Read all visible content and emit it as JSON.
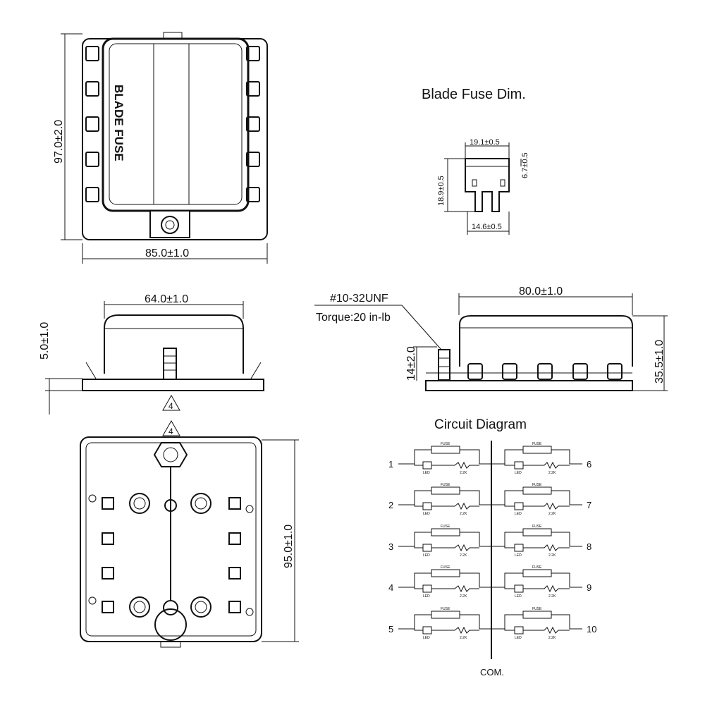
{
  "top_view": {
    "label": "BLADE FUSE",
    "height_dim": "97.0±2.0",
    "width_dim": "85.0±1.0"
  },
  "blade_fuse": {
    "title": "Blade Fuse Dim.",
    "width_dim": "19.1±0.5",
    "head_dim": "6.7±0.5",
    "height_dim": "18.9±0.5",
    "leg_dim": "14.6±0.5"
  },
  "side_view": {
    "width_dim": "64.0±1.0",
    "base_dim": "5.0±1.0",
    "marker": "4"
  },
  "side_view_2": {
    "thread": "#10-32UNF",
    "torque": "Torque:20 in-lb",
    "length_dim": "80.0±1.0",
    "stud_dim": "14±2.0",
    "height_dim": "35.5±1.0"
  },
  "bottom_view": {
    "marker": "4",
    "height_dim": "95.0±1.0"
  },
  "circuit": {
    "title": "Circuit Diagram",
    "left_numbers": [
      "1",
      "2",
      "3",
      "4",
      "5"
    ],
    "right_numbers": [
      "6",
      "7",
      "8",
      "9",
      "10"
    ],
    "fuse_label": "FUSE",
    "led_label": "LED",
    "resistor_label": "2.2K",
    "common": "COM."
  }
}
